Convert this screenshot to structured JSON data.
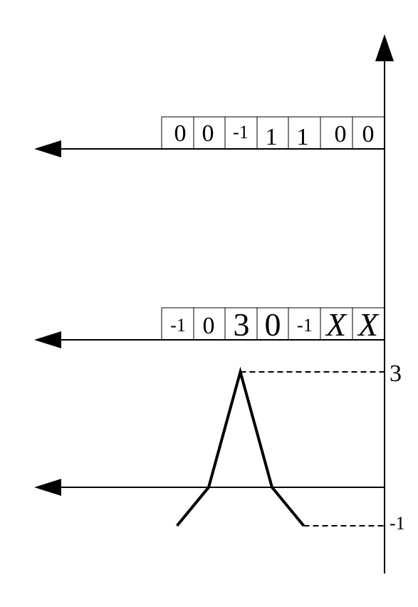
{
  "diagram": {
    "row1_cells": [
      "0",
      "0",
      "-1",
      "1",
      "1",
      "0",
      "0"
    ],
    "row2_cells": [
      "-1",
      "0",
      "3",
      "0",
      "-1",
      "X",
      "X"
    ],
    "row2_styles": [
      "sm",
      "md",
      "lg",
      "lg",
      "sm",
      "x",
      "x"
    ],
    "plot": {
      "x": [
        -6,
        -5,
        -4,
        -3,
        -2
      ],
      "y": [
        -1,
        0,
        3,
        0,
        -1
      ],
      "peak_label": "3",
      "trough_label": "-1"
    }
  }
}
